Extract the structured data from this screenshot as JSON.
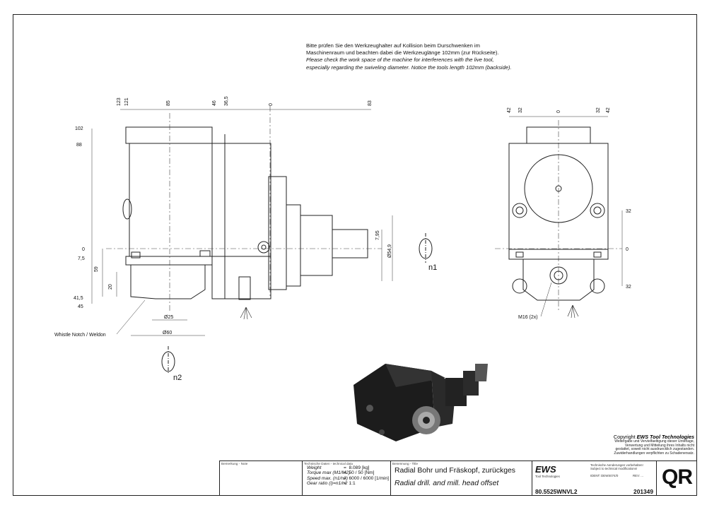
{
  "note": {
    "de": "Bitte prüfen Sie den Werkzeughalter auf Kollision beim Durschwenken im Maschinenraum und beachten dabei die Werkzeuglänge 102mm (zur Rückseite).",
    "en": "Please check the work space of the machine for interferences with the live tool, especially regarding the swiveling diameter. Notice the tools length 102mm (backside)."
  },
  "dims": {
    "top": [
      "123",
      "121",
      "85",
      "46",
      "36,5",
      "0",
      "83"
    ],
    "left": [
      "102",
      "88",
      "0",
      "7,5",
      "59",
      "20",
      "41,5",
      "45"
    ],
    "bottom": [
      "Ø25",
      "Ø60"
    ],
    "right_side": [
      "7,95",
      "Ø54,9"
    ],
    "side_top": [
      "42",
      "32",
      "0",
      "32",
      "42"
    ],
    "side_right": [
      "32",
      "0",
      "32"
    ],
    "thread": "M16 (2x)"
  },
  "labels": {
    "whistle": "Whistle Notch / Weldon",
    "n1": "n1",
    "n2": "n2"
  },
  "copyright": {
    "title_prefix": "Copyright ",
    "title_brand": "EWS Tool Technologies",
    "lines": "Weitergabe und Vervielfaeltigung dieser Unterlage, Verwertung und Mitteilung ihres Inhalts nicht gestattet, soweit nicht ausdruecklich zugestanden. Zuwiderhandlungen verpflichten zu Schadenersatz."
  },
  "titleblock": {
    "remark_caption": "Bemerkung - Note",
    "tech_caption": "Technische Daten - technical data",
    "spec_labels": "Weight\nTorque max (M1/M2)\nSpeed max. (n1/n2)\nGear ratio (i)=n1/n2",
    "spec_values": "=  8.089 [kg]\n=  50 / 50 [Nm]\n=  6000 / 6000 [1/min]\n=  1:1",
    "name_caption": "Benennung - Title",
    "title_de": "Radial Bohr und Fräskopf, zurückges",
    "title_en": "Radial drill. and mill. head offset",
    "article": "80.5525WNVL2",
    "brand": "EWS",
    "brand_sub": "Tool Technologies",
    "change_note": "Technische Aenderungen vorbehalten! Subject to technical modifications!",
    "ident": "IDENT: DEWS074/0",
    "rev": "REV: ...",
    "number": "201349",
    "qr": "QR"
  }
}
